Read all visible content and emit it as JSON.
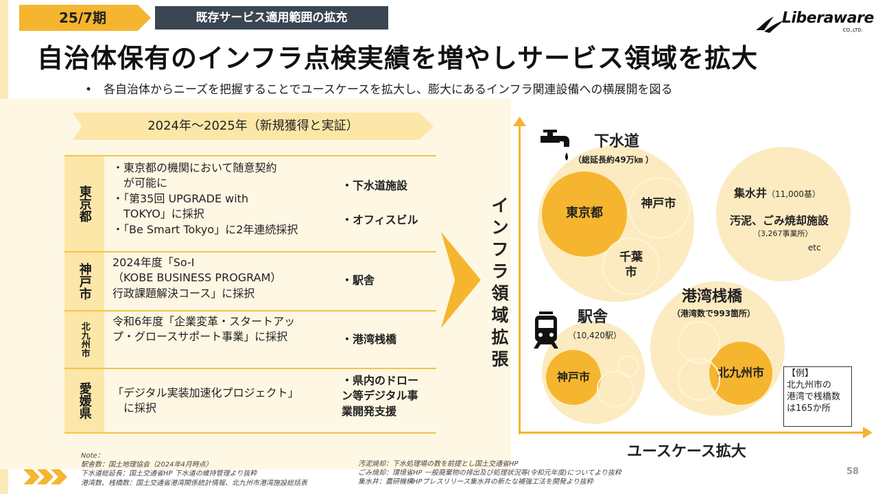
{
  "header": {
    "period": "25/7期",
    "section": "既存サービス適用範囲の拡充",
    "logo_text": "Liberaware",
    "logo_sub": "CO.,LTD.",
    "title": "自治体保有のインフラ点検実績を増やしサービス領域を拡大",
    "bullet": "•　各自治体からニーズを把握することでユースケースを拡大し、膨大にあるインフラ関連設備への横展開を図る"
  },
  "left": {
    "banner": "2024年～2025年（新規獲得と実証）",
    "rows": [
      {
        "city": "東京都",
        "desc": [
          "・東京都の機関において随意契約",
          "　が可能に",
          "・「第35回 UPGRADE with",
          "　TOKYO」に採択",
          "・「Be Smart Tokyo」に2年連続採択"
        ],
        "facilities": [
          "・下水道施設",
          "・オフィスビル"
        ]
      },
      {
        "city": "神戸市",
        "desc": [
          "2024年度「So-I",
          "（KOBE BUSINESS PROGRAM）",
          "行政課題解決コース」に採択"
        ],
        "facilities": [
          "・駅舎"
        ]
      },
      {
        "city": "北九州市",
        "desc": [
          "令和6年度「企業変革・スタートアッ",
          "プ・グロースサポート事業」に採択"
        ],
        "facilities": [
          "・港湾桟橋"
        ]
      },
      {
        "city": "愛媛県",
        "desc": [
          "「デジタル実装加速化プロジェクト」",
          "　に採択"
        ],
        "facilities": [
          "・県内のドロー",
          "ン等デジタル事",
          "業開発支援"
        ]
      }
    ]
  },
  "chart": {
    "y_label": "インフラ領域拡張",
    "x_label": "ユースケース拡大",
    "sewer": {
      "title": "下水道",
      "sub": "（総延長約49万㎞ ）",
      "tokyo": "東京都",
      "kobe": "神戸市",
      "chiba": "千葉市"
    },
    "water": {
      "title": "集水井",
      "count": "（11,000基）",
      "item2": "汚泥、ごみ焼却施設",
      "count2": "（3,267事業所）",
      "etc": "etc"
    },
    "station": {
      "title": "駅舎",
      "sub": "（10,420駅）",
      "kobe": "神戸市"
    },
    "port": {
      "title": "港湾桟橋",
      "sub": "（港湾数で993箇所）",
      "kitakyushu": "北九州市"
    },
    "example": [
      "【例】",
      "北九州市の",
      "港湾で桟橋数",
      "は165か所"
    ]
  },
  "notes": {
    "left": [
      "Note：",
      "駅舎数：国土地理協会（2024年4月時点）",
      "下水道総延長：国土交通省HP 下水道の維持管理より抜粋",
      "港湾数、桟橋数：国土交通省港湾関係統計情報、北九州市港湾施設総括表"
    ],
    "right": [
      "汚泥焼却：下水処理場の数を前提とし国土交通省HP",
      "ごみ焼却：環境省HP 一般廃棄物の排出及び処理状況等(令和元年度)についてより抜粋",
      "集水井：農研機構HPプレスリリース集水井の新たな補強工法を開発より抜粋"
    ]
  },
  "page_number": "58",
  "colors": {
    "accent": "#F5B52E",
    "pale": "#FCEBC0",
    "dark": "#3A4652"
  }
}
